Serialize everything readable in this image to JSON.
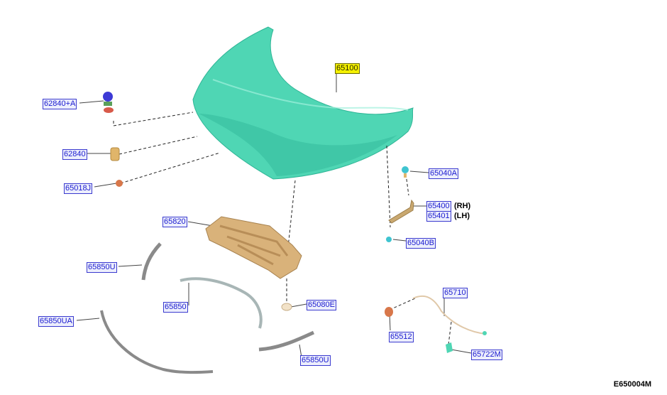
{
  "callouts": {
    "p65100": "65100",
    "p62840a": "62840+A",
    "p62840": "62840",
    "p65018j": "65018J",
    "p65040a": "65040A",
    "p65400": "65400",
    "p65401": "65401",
    "p65040b": "65040B",
    "p65820": "65820",
    "p65850u_top": "65850U",
    "p65850": "65850",
    "p65080e": "65080E",
    "p65850ua": "65850UA",
    "p65850u_bot": "65850U",
    "p65710": "65710",
    "p65512": "65512",
    "p65722m": "65722M"
  },
  "notes": {
    "rh": "(RH)",
    "lh": "(LH)"
  },
  "figure_code": "E650004M",
  "colors": {
    "hood": "#4fd6b4",
    "hood_shade": "#2fb596",
    "insulator": "#d9b27a",
    "callout_text": "#1b1bd0",
    "callout_border": "#3a3acf",
    "highlight": "#f4f000"
  }
}
